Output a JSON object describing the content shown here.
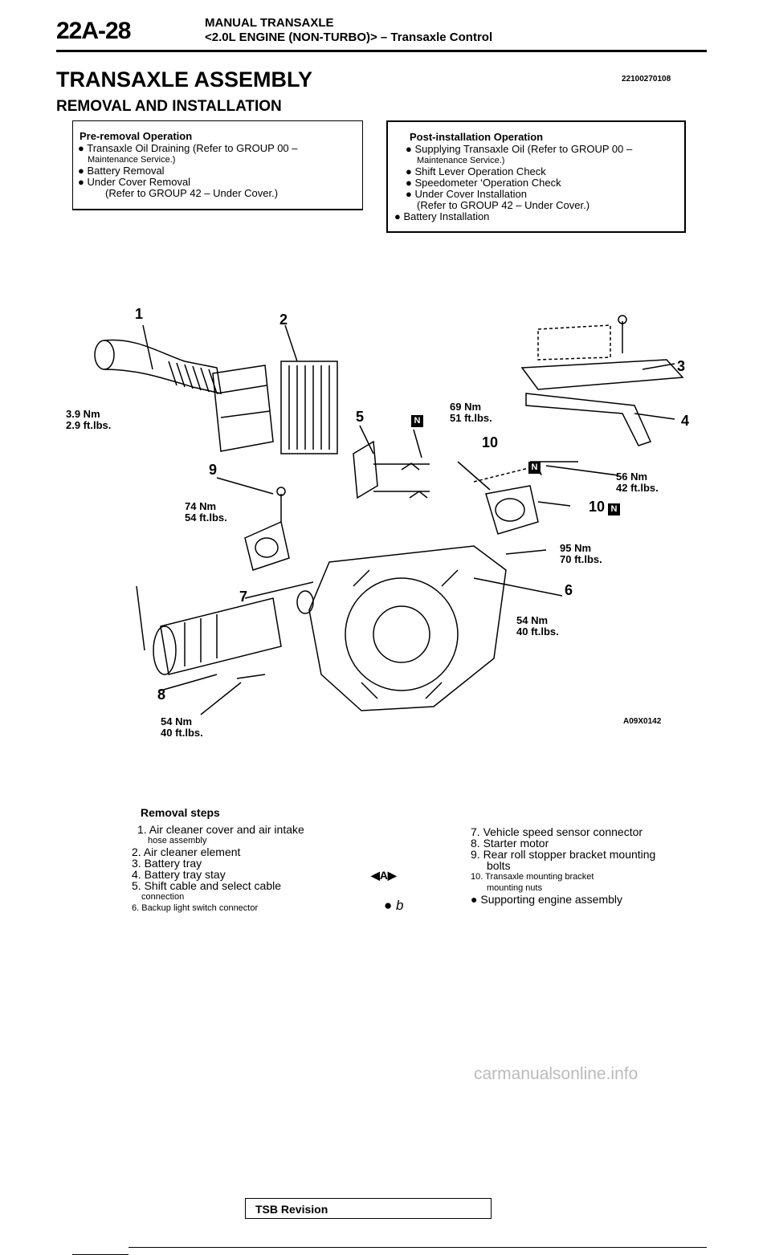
{
  "header": {
    "page_number": "22A-28",
    "section": "MANUAL TRANSAXLE",
    "subsection": "<2.0L ENGINE (NON-TURBO)> – Transaxle Control"
  },
  "title": "TRANSAXLE ASSEMBLY",
  "code": "22100270108",
  "subtitle": "REMOVAL AND INSTALLATION",
  "pre_removal": {
    "heading": "Pre-removal Operation",
    "lines": [
      "Transaxle Oil Draining (Refer to GROUP 00 –",
      "Maintenance Service.)",
      "Battery Removal",
      "Under Cover Removal",
      "(Refer to GROUP 42 – Under Cover.)"
    ]
  },
  "post_installation": {
    "heading": "Post-installation Operation",
    "lines": [
      "Supplying Transaxle Oil (Refer to GROUP 00 –",
      "Maintenance Service.)",
      "Shift Lever Operation Check",
      "Speedometer ‘Operation Check",
      "Under Cover Installation",
      "(Refer to GROUP 42 – Under Cover.)",
      "Battery Installation"
    ]
  },
  "diagram": {
    "callouts": [
      "1",
      "2",
      "3",
      "4",
      "5",
      "6",
      "7",
      "8",
      "9",
      "10",
      "10"
    ],
    "torques": [
      {
        "nm": "3.9 Nm",
        "ftlbs": "2.9 ft.lbs."
      },
      {
        "nm": "69 Nm",
        "ftlbs": "51 ft.lbs."
      },
      {
        "nm": "56 Nm",
        "ftlbs": "42 ft.lbs."
      },
      {
        "nm": "74 Nm",
        "ftlbs": "54 ft.lbs."
      },
      {
        "nm": "95 Nm",
        "ftlbs": "70 ft.lbs."
      },
      {
        "nm": "54 Nm",
        "ftlbs": "40 ft.lbs."
      },
      {
        "nm": "54 Nm",
        "ftlbs": "40 ft.lbs."
      }
    ],
    "new_part_mark": "N",
    "figure_id": "A09X0142"
  },
  "removal_steps": {
    "heading": "Removal steps",
    "left": [
      "1. Air cleaner cover and air intake",
      "hose assembly",
      "2. Air cleaner element",
      "3. Battery tray",
      "4. Battery tray stay",
      "5. Shift cable and select cable",
      "connection",
      "6. Backup light switch connector"
    ],
    "right": [
      "7. Vehicle speed sensor connector",
      "8. Starter motor",
      "9. Rear roll stopper bracket mounting",
      "bolts",
      "10. Transaxle mounting bracket",
      "mounting nuts",
      "Supporting engine assembly"
    ],
    "mark_a": "A",
    "mark_b": "b"
  },
  "footer": {
    "revision": "TSB Revision",
    "watermark": "carmanualsonline.info"
  }
}
